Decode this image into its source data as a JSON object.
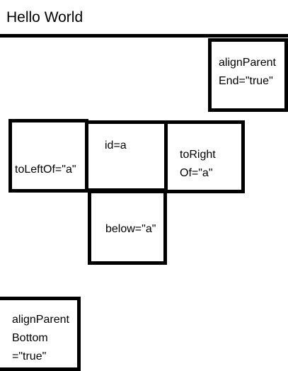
{
  "app": {
    "title": "Hello World"
  },
  "views": {
    "align_parent_end": {
      "line1": "alignParent",
      "line2": "End=\"true\""
    },
    "anchor": {
      "label": "id=a"
    },
    "to_left_of": {
      "label": "toLeftOf=\"a\""
    },
    "to_right_of": {
      "line1": "toRight",
      "line2": "Of=\"a\""
    },
    "below": {
      "label": "below=\"a\""
    },
    "align_parent_bottom": {
      "line1": "alignParent",
      "line2": "Bottom",
      "line3": "=\"true\""
    }
  },
  "colors": {
    "border": "#000000",
    "background": "#ffffff",
    "text": "#000000"
  }
}
